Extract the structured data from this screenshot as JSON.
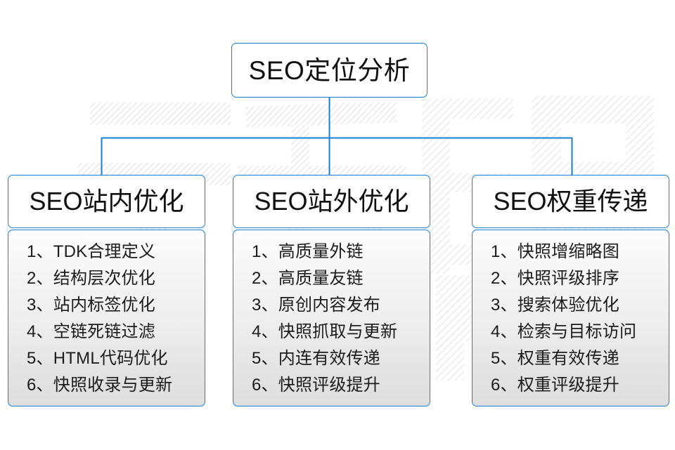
{
  "diagram": {
    "title": "SEO定位分析",
    "root": {
      "label": "SEO定位分析"
    },
    "accent_color": "#1a7fd4",
    "text_color": "#111111",
    "background_color": "#ffffff",
    "watermark_text": "云无限SEOR",
    "columns": [
      {
        "header": "SEO站内优化",
        "items": [
          {
            "num": "1、",
            "text": "TDK合理定义"
          },
          {
            "num": "2、",
            "text": "结构层次优化"
          },
          {
            "num": "3、",
            "text": "站内标签优化"
          },
          {
            "num": "4、",
            "text": "空链死链过滤"
          },
          {
            "num": "5、",
            "text": "HTML代码优化"
          },
          {
            "num": "6、",
            "text": "快照收录与更新"
          }
        ]
      },
      {
        "header": "SEO站外优化",
        "items": [
          {
            "num": "1、",
            "text": "高质量外链"
          },
          {
            "num": "2、",
            "text": "高质量友链"
          },
          {
            "num": "3、",
            "text": "原创内容发布"
          },
          {
            "num": "4、",
            "text": "快照抓取与更新"
          },
          {
            "num": "5、",
            "text": "内连有效传递"
          },
          {
            "num": "6、",
            "text": "快照评级提升"
          }
        ]
      },
      {
        "header": "SEO权重传递",
        "items": [
          {
            "num": "1、",
            "text": "快照增缩略图"
          },
          {
            "num": "2、",
            "text": "快照评级排序"
          },
          {
            "num": "3、",
            "text": "搜索体验优化"
          },
          {
            "num": "4、",
            "text": "检索与目标访问"
          },
          {
            "num": "5、",
            "text": "权重有效传递"
          },
          {
            "num": "6、",
            "text": "权重评级提升"
          }
        ]
      }
    ]
  }
}
